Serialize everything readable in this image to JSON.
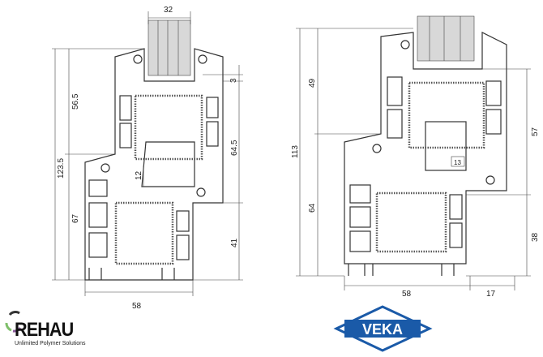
{
  "left_profile": {
    "brand": "REHAU",
    "tagline": "Unlimited Polymer Solutions",
    "dimensions": {
      "glass": "32",
      "gap": "3",
      "sash_height": "56.5",
      "total_height": "123.5",
      "sash_depth": "64.5",
      "overlap": "12",
      "frame_height": "67",
      "frame_lower": "41",
      "frame_width": "58"
    }
  },
  "right_profile": {
    "brand": "VEKA",
    "dimensions": {
      "sash_height": "49",
      "total_height": "113",
      "sash_depth": "57",
      "overlap": "13",
      "frame_height": "64",
      "frame_lower": "38",
      "frame_width": "58",
      "offset": "17"
    }
  },
  "colors": {
    "rehau_logo_green": "#7fbf6a",
    "rehau_logo_purple": "#8a5a9a",
    "veka_blue": "#1a5aa8"
  }
}
